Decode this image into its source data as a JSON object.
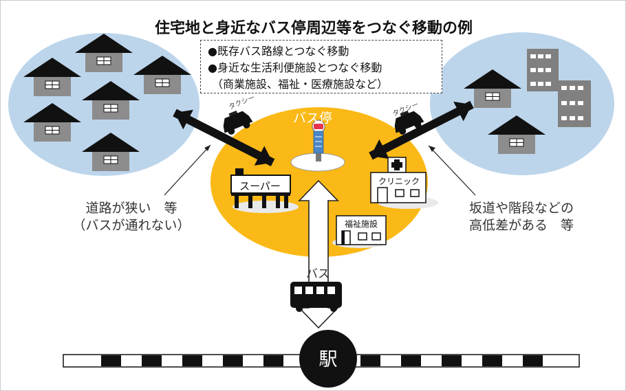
{
  "title": "住宅地と身近なバス停周辺等をつなぐ移動の例",
  "legend": {
    "line1": "●既存バス路線とつなぐ移動",
    "line2": "●身近な生活利便施設とつなぐ移動",
    "line3": "（商業施設、福祉・医療施設など）"
  },
  "left_note": {
    "line1": "道路が狭い　等",
    "line2": "（バスが通れない）"
  },
  "right_note": {
    "line1": "坂道や階段などの",
    "line2": "高低差がある　等"
  },
  "labels": {
    "bus_stop": "バス停",
    "bus": "バス",
    "taxi_left": "タクシー",
    "taxi_right": "タクシー",
    "supermarket": "スーパー",
    "clinic": "クリニック",
    "welfare": "福祉施設",
    "station": "駅"
  },
  "colors": {
    "hub": "#FBB917",
    "residential": "#BCD5EB",
    "house_roof": "#111111",
    "house_wall": "#8C8C8C",
    "apartment": "#808080",
    "arrow": "#111111",
    "rail_dark": "#111111"
  },
  "icons": [
    "house-icon",
    "apartment-icon",
    "taxi-icon",
    "bus-stop-pole-icon",
    "supermarket-icon",
    "clinic-icon",
    "welfare-facility-icon",
    "bus-icon",
    "railway-track-icon",
    "station-icon"
  ]
}
